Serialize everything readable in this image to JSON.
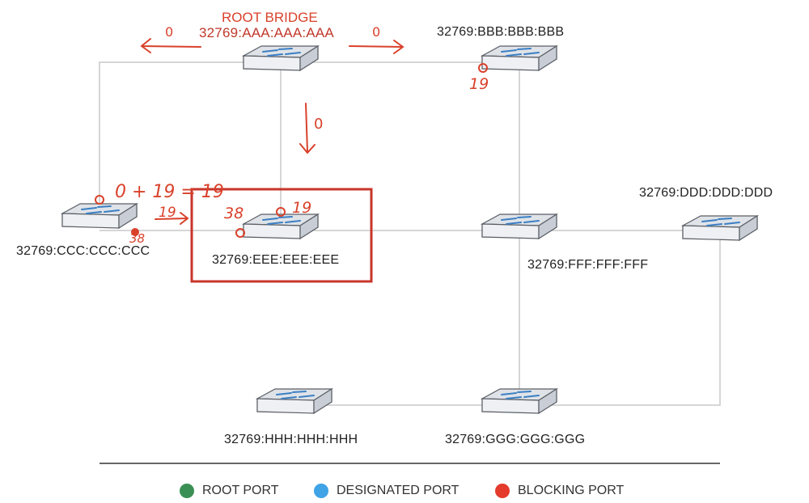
{
  "diagram": {
    "switches": [
      {
        "id": "aaa",
        "label": "32769:AAA:AAA:AAA"
      },
      {
        "id": "bbb",
        "label": "32769:BBB:BBB:BBB"
      },
      {
        "id": "ccc",
        "label": "32769:CCC:CCC:CCC"
      },
      {
        "id": "ddd",
        "label": "32769:DDD:DDD:DDD"
      },
      {
        "id": "eee",
        "label": "32769:EEE:EEE:EEE"
      },
      {
        "id": "fff",
        "label": "32769:FFF:FFF:FFF"
      },
      {
        "id": "ggg",
        "label": "32769:GGG:GGG:GGG"
      },
      {
        "id": "hhh",
        "label": "32769:HHH:HHH:HHH"
      }
    ],
    "links": [
      [
        "aaa",
        "bbb"
      ],
      [
        "aaa",
        "ccc"
      ],
      [
        "aaa",
        "eee"
      ],
      [
        "bbb",
        "fff"
      ],
      [
        "ccc",
        "eee"
      ],
      [
        "eee",
        "fff"
      ],
      [
        "fff",
        "ddd"
      ],
      [
        "fff",
        "ggg"
      ],
      [
        "ddd",
        "ggg"
      ],
      [
        "ggg",
        "hhh"
      ]
    ]
  },
  "annotations": {
    "root_bridge": "ROOT BRIDGE",
    "cost_left_arrow": "0",
    "cost_right_arrow": "0",
    "cost_down_arrow": "0",
    "cost_bbb": "19",
    "cost_ccc_formula": "0 + 19 = 19",
    "cost_ccc_arrow": "19",
    "cost_ccc_port": "38",
    "cost_eee_left": "38",
    "cost_eee_top": "19"
  },
  "legend": [
    {
      "label": "ROOT PORT",
      "color": "#3a8f55"
    },
    {
      "label": "DESIGNATED PORT",
      "color": "#3fa3e6"
    },
    {
      "label": "BLOCKING PORT",
      "color": "#e43b2c"
    }
  ],
  "colors": {
    "annotation": "#d9412b",
    "link": "#c8c8c8",
    "highlight_box": "#c8352a"
  }
}
